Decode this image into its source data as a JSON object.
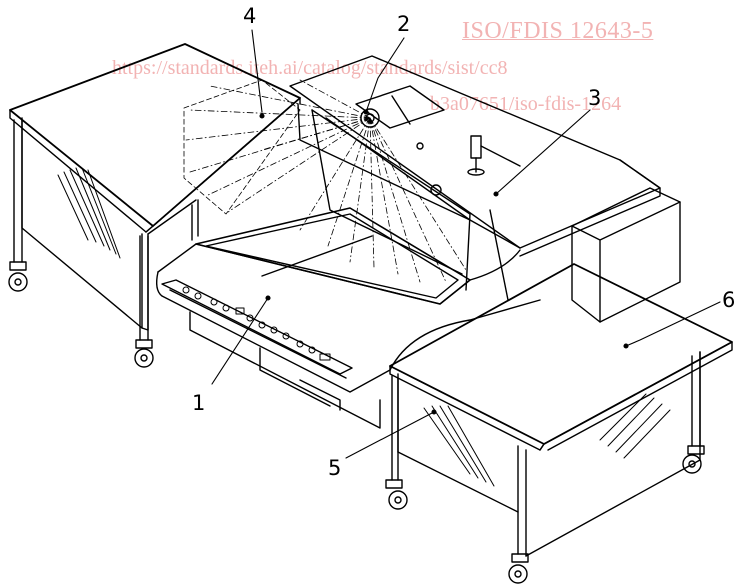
{
  "watermark": {
    "title": "ISO/FDIS 12643-5",
    "url_line1": "https://standards.iteh.ai/catalog/standards/sist/cc8",
    "url_line2": "b3a07651/iso-fdis-1264"
  },
  "callouts": {
    "c1": "1",
    "c2": "2",
    "c3": "3",
    "c4": "4",
    "c5": "5",
    "c6": "6"
  },
  "colors": {
    "line": "#000000",
    "watermark": "#f2b3b3",
    "background": "#ffffff"
  }
}
